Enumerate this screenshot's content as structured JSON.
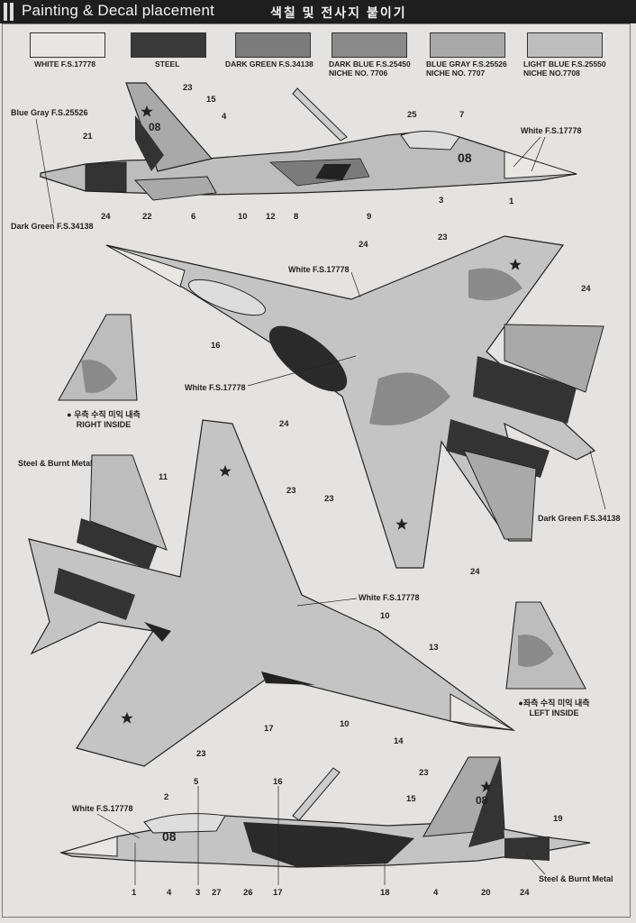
{
  "header": {
    "title": "Painting & Decal placement",
    "title_ko": "색칠 및 전사지 붙이기"
  },
  "swatches": [
    {
      "label": "WHITE F.S.17778",
      "color": "#e8e7e4"
    },
    {
      "label": "STEEL",
      "color": "#3a3a3a"
    },
    {
      "label": "DARK GREEN F.S.34138",
      "color": "#7b7b7b"
    },
    {
      "label_line1": "DARK BLUE F.S.25450",
      "label_line2": "NICHE NO. 7706",
      "color": "#8a8a8a"
    },
    {
      "label_line1": "BLUE GRAY F.S.25526",
      "label_line2": "NICHE NO. 7707",
      "color": "#a9a9a9"
    },
    {
      "label_line1": "LIGHT BLUE F.S.25550",
      "label_line2": "NICHE NO.7708",
      "color": "#bdbdbd"
    }
  ],
  "color_callouts": {
    "blue_gray": "Blue Gray F.S.25526",
    "dark_green": "Dark Green F.S.34138",
    "white": "White F.S.17778",
    "steel_burnt": "Steel & Burnt Metal",
    "white_upper": "White F.S.17778",
    "dark_green_right": "Dark Green F.S.34138"
  },
  "side_numbers": {
    "tail": "08",
    "nose": "08"
  },
  "part_numbers": [
    "23",
    "15",
    "4",
    "21",
    "25",
    "7",
    "1",
    "3",
    "24",
    "22",
    "6",
    "10",
    "12",
    "8",
    "9",
    "16",
    "11",
    "13",
    "14",
    "17",
    "2",
    "5",
    "19",
    "18",
    "20",
    "26",
    "27"
  ],
  "insets": {
    "right_ko": "● 우측 수직 미익 내측",
    "right_label": "RIGHT INSIDE",
    "left_ko": "●좌측 수직 미익 내측",
    "left_label": "LEFT INSIDE"
  }
}
